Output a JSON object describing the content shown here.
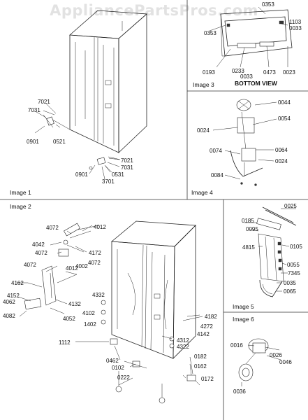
{
  "watermark": "AppliancePartsPros.com",
  "panels": {
    "image1": {
      "caption": "Image 1",
      "labels": [
        "7021",
        "7031",
        "0901",
        "0521",
        "7021",
        "7031",
        "0531",
        "0901",
        "3701"
      ]
    },
    "image2": {
      "caption": "Image 2",
      "labels": [
        "4072",
        "4012",
        "4042",
        "4072",
        "4172",
        "4072",
        "4002",
        "4072",
        "4012",
        "4162",
        "4152",
        "4062",
        "4132",
        "4082",
        "4052",
        "4332",
        "4102",
        "1402",
        "4182",
        "4272",
        "4142",
        "1112",
        "4312",
        "4322",
        "0462",
        "0102",
        "0222",
        "0182",
        "0162",
        "0172"
      ]
    },
    "image3": {
      "caption": "Image 3",
      "subtitle": "BOTTOM VIEW",
      "labels": [
        "0353",
        "0353",
        "1103",
        "0033",
        "0193",
        "0233",
        "0033",
        "0473",
        "0023"
      ]
    },
    "image4": {
      "caption": "Image 4",
      "labels": [
        "0044",
        "0024",
        "0054",
        "0074",
        "0064",
        "0024",
        "0084"
      ]
    },
    "image5": {
      "caption": "Image 5",
      "labels": [
        "0025",
        "0185",
        "0095",
        "4815",
        "0105",
        "0055",
        "7345",
        "0035",
        "0065"
      ]
    },
    "image6": {
      "caption": "Image 6",
      "labels": [
        "0016",
        "0026",
        "0046",
        "0036"
      ]
    }
  }
}
